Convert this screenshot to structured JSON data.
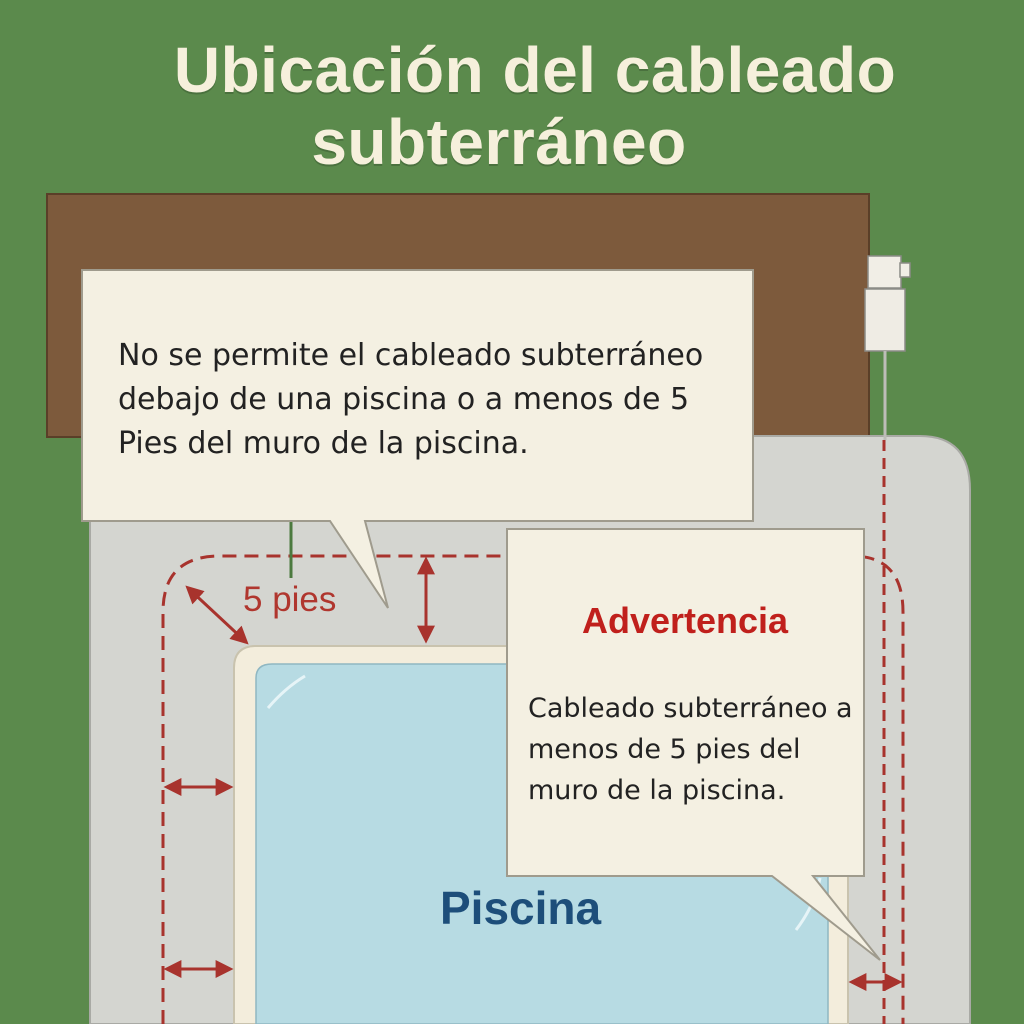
{
  "title": {
    "line1": "Ubicación del cableado",
    "line2": "subterráneo"
  },
  "note": {
    "text": "No se permite el cableado subterráneo debajo de una piscina o a menos de 5 Pies del muro de la piscina."
  },
  "warning": {
    "heading": "Advertencia",
    "text": "Cableado subterráneo a menos de 5 pies del muro de la piscina."
  },
  "distance_label": "5 pies",
  "pool_label": "Piscina",
  "colors": {
    "grass": "#5b8a4c",
    "house": "#7d5a3c",
    "deck": "#d4d5d0",
    "pool_water": "#b7dbe3",
    "pool_rim": "#f3eddc",
    "callout": "#f4f0e2",
    "boundary": "#a8332d",
    "warning_text": "#c0201c",
    "pool_text": "#1d4e7a"
  }
}
